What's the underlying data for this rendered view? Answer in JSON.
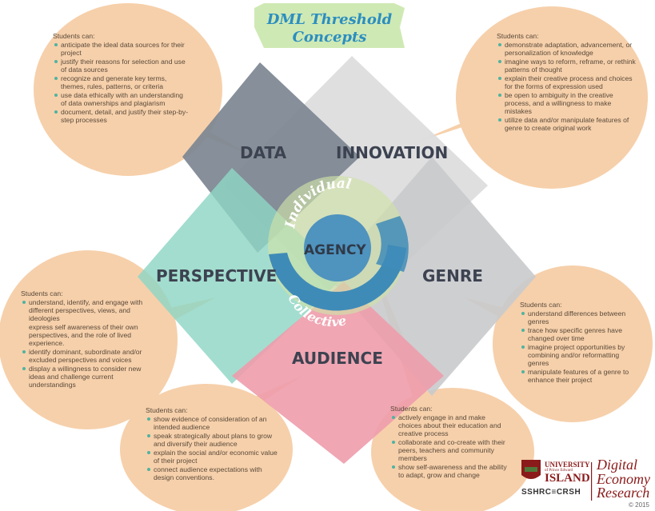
{
  "title": {
    "line1": "DML Threshold",
    "line2": "Concepts"
  },
  "labels": {
    "data": "DATA",
    "innovation": "INNOVATION",
    "perspective": "PERSPECTIVE",
    "genre": "GENRE",
    "audience": "AUDIENCE",
    "agency": "AGENCY",
    "individual": "Individual",
    "collective": "Collective"
  },
  "colors": {
    "data": "#7c8591",
    "innovation": "#dcdcdd",
    "perspective": "#8fd5c4",
    "genre": "#c9cacc",
    "audience": "#ee9cab",
    "blob": "#f6d0ab",
    "agency_ring": "#3f8bb8",
    "title_text": "#2b8ec0",
    "title_banner": "#cfe9b4"
  },
  "blobs": {
    "data": {
      "heading": "Students can:",
      "items": [
        "anticipate the ideal data sources for their project",
        "justify their reasons for selection and use of data sources",
        "recognize and generate key terms, themes, rules, patterns, or criteria",
        "use data ethically with an understanding of data ownerships and plagiarism",
        "document, detail, and justify their step-by-step processes"
      ]
    },
    "innovation": {
      "heading": "Students can:",
      "items": [
        "demonstrate adaptation, advancement, or personalization of knowledge",
        "imagine ways to reform, reframe, or rethink patterns of thought",
        "explain their creative process and choices for the forms of expression used",
        "be open to ambiguity in the creative process, and a willingness to make mistakes",
        "utilize data and/or manipulate features of genre to create original work"
      ]
    },
    "perspective": {
      "heading": "Students can:",
      "items": [
        "understand, identify, and engage with different perspectives, views, and ideologies",
        "express self awareness of their own perspectives, and the role of lived experience.",
        "identify dominant, subordinate and/or excluded perspectives and voices",
        "display a willingness to consider new ideas and challenge current understandings"
      ]
    },
    "genre": {
      "heading": "Students can:",
      "items": [
        "understand differences between genres",
        "trace how specific genres have changed over time",
        "imagine project opportunities by combining and/or reformatting genres",
        "manipulate features of a genre to enhance their project"
      ]
    },
    "audience": {
      "heading": "Students can:",
      "items": [
        "show evidence of consideration of an intended audience",
        "speak strategically about plans to grow and diversify their audience",
        "explain the social and/or economic value of their project",
        "connect audience expectations with design conventions."
      ]
    },
    "agency": {
      "heading": "Students can:",
      "items": [
        "actively engage in and make choices about their education and creative process",
        "collaborate and co-create with their peers, teachers and community members",
        "show self-awareness and the ability to adapt, grow and change"
      ]
    }
  },
  "logos": {
    "upei_line1": "UNIVERSITY",
    "upei_line2": "of Prince Edward",
    "upei_line3": "ISLAND",
    "sshrc": "SSHRC≡CRSH",
    "der_line1": "Digital",
    "der_line2": "Economy",
    "der_line3": "Research",
    "copyright": "© 2015"
  }
}
